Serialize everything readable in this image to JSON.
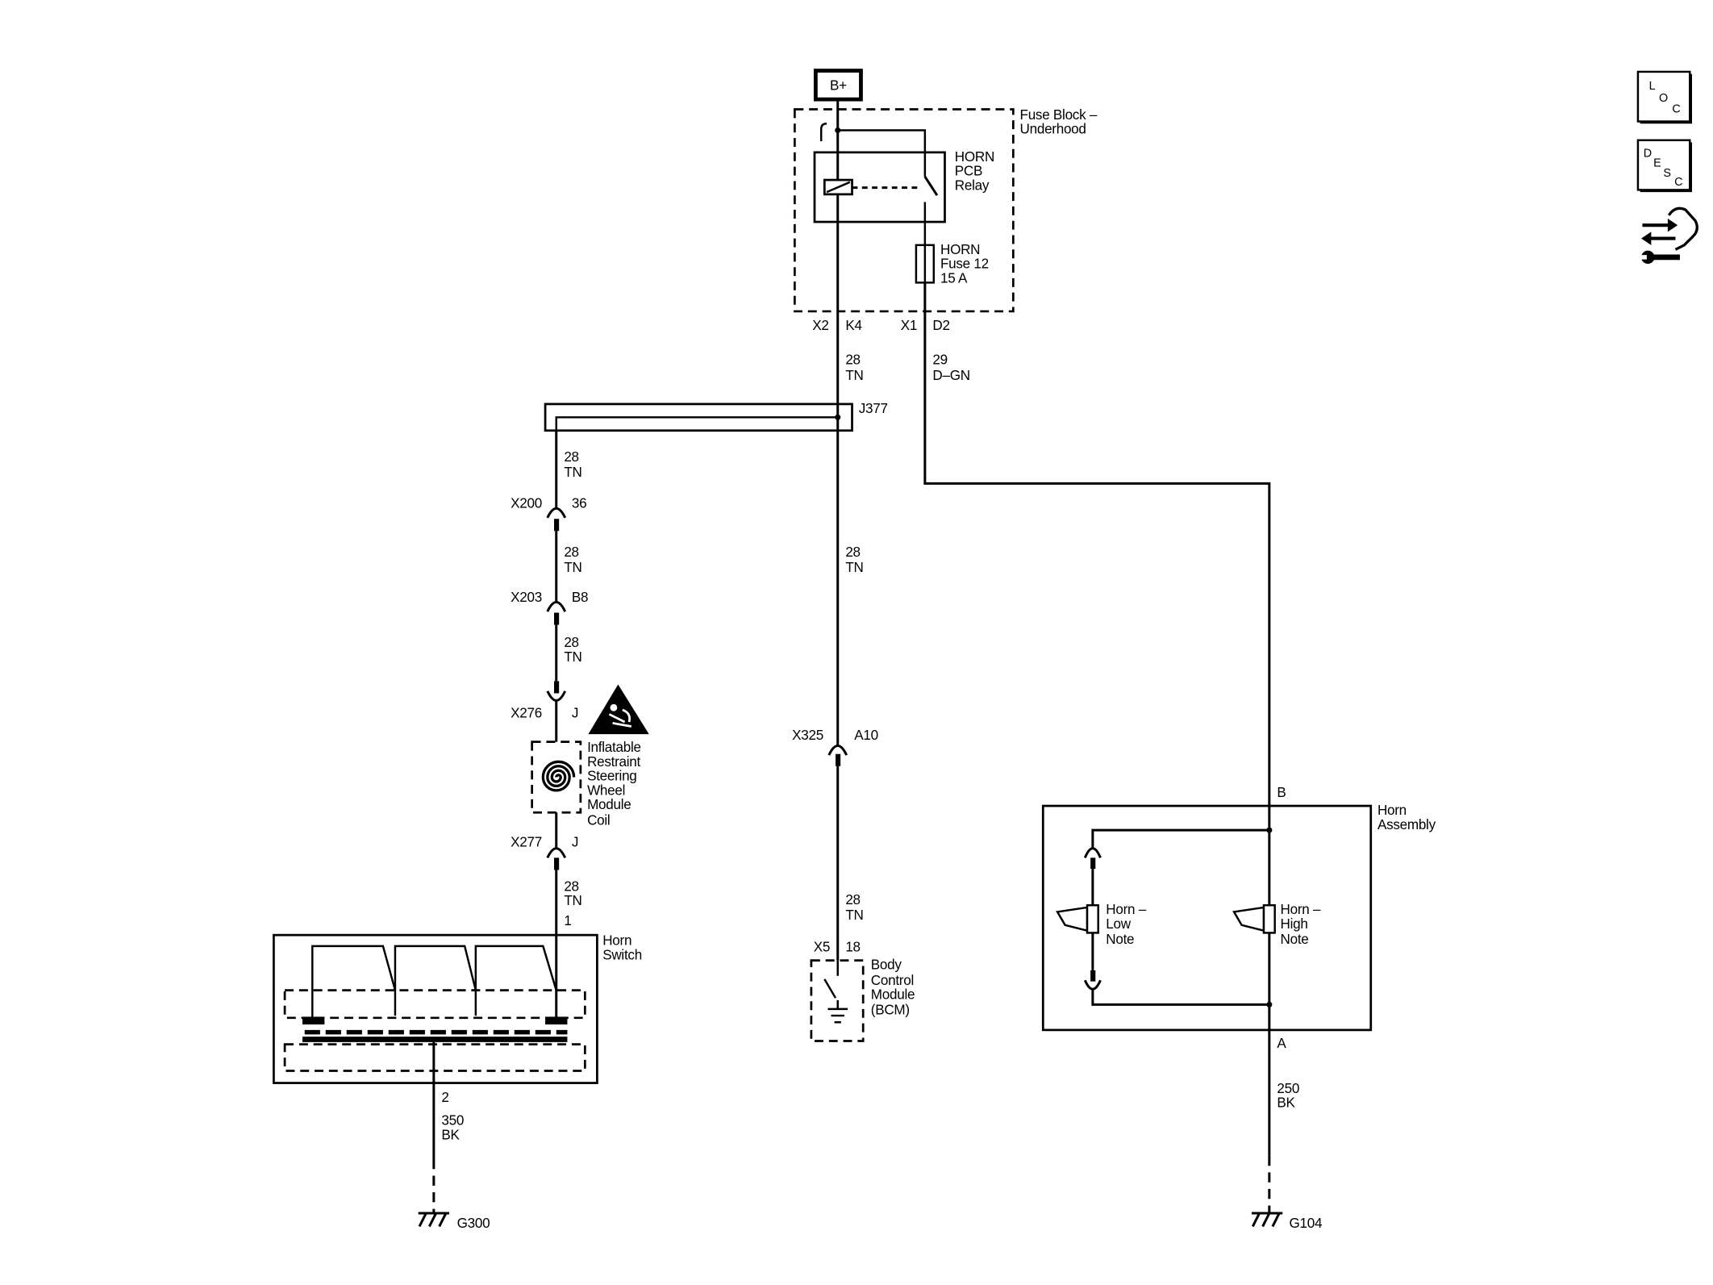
{
  "battery": {
    "label": "B+"
  },
  "fuse_block": {
    "name_lines": [
      "Fuse Block –",
      "Underhood"
    ],
    "pins": {
      "x2": "X2",
      "k4": "K4",
      "x1": "X1",
      "d2": "D2"
    }
  },
  "relay": {
    "name_lines": [
      "HORN",
      "PCB",
      "Relay"
    ]
  },
  "fuse": {
    "name_lines": [
      "HORN",
      "Fuse 12",
      "15 A"
    ]
  },
  "splice": {
    "name": "J377"
  },
  "connectors": {
    "x200": {
      "name": "X200",
      "pin": "36"
    },
    "x203": {
      "name": "X203",
      "pin": "B8"
    },
    "x276": {
      "name": "X276",
      "pin": "J"
    },
    "x277": {
      "name": "X277",
      "pin": "J"
    },
    "x325": {
      "name": "X325",
      "pin": "A10"
    },
    "x5": {
      "name": "X5",
      "pin": "18"
    }
  },
  "wires": {
    "k4_to_j377": {
      "circuit": "28",
      "color": "TN"
    },
    "d2_to_horn": {
      "circuit": "29",
      "color": "D–GN"
    },
    "j377_to_x200": {
      "circuit": "28",
      "color": "TN"
    },
    "x200_to_x203": {
      "circuit": "28",
      "color": "TN"
    },
    "x203_to_x276": {
      "circuit": "28",
      "color": "TN"
    },
    "x277_to_switch": {
      "circuit": "28",
      "color": "TN"
    },
    "j377_to_x325": {
      "circuit": "28",
      "color": "TN"
    },
    "x325_to_x5": {
      "circuit": "28",
      "color": "TN"
    },
    "switch_to_g300": {
      "circuit": "350",
      "color": "BK"
    },
    "horn_to_g104": {
      "circuit": "250",
      "color": "BK"
    }
  },
  "coil": {
    "name_lines": [
      "Inflatable",
      "Restraint",
      "Steering",
      "Wheel",
      "Module",
      "Coil"
    ]
  },
  "horn_switch": {
    "name_lines": [
      "Horn",
      "Switch"
    ],
    "pin_in": "1",
    "pin_out": "2"
  },
  "bcm": {
    "name_lines": [
      "Body",
      "Control",
      "Module",
      "(BCM)"
    ]
  },
  "horn_assembly": {
    "name_lines": [
      "Horn",
      "Assembly"
    ],
    "pin_b": "B",
    "pin_a": "A",
    "low_note": [
      "Horn –",
      "Low",
      "Note"
    ],
    "high_note": [
      "Horn –",
      "High",
      "Note"
    ]
  },
  "grounds": {
    "g300": "G300",
    "g104": "G104"
  },
  "toolbar": {
    "loc_letters": [
      "L",
      "O",
      "C"
    ],
    "desc_letters": [
      "D",
      "E",
      "S",
      "C"
    ]
  },
  "icons": [
    "loc-icon",
    "desc-icon",
    "component-view-icon",
    "airbag-warning-icon",
    "clockspring-icon",
    "ground-icon"
  ]
}
